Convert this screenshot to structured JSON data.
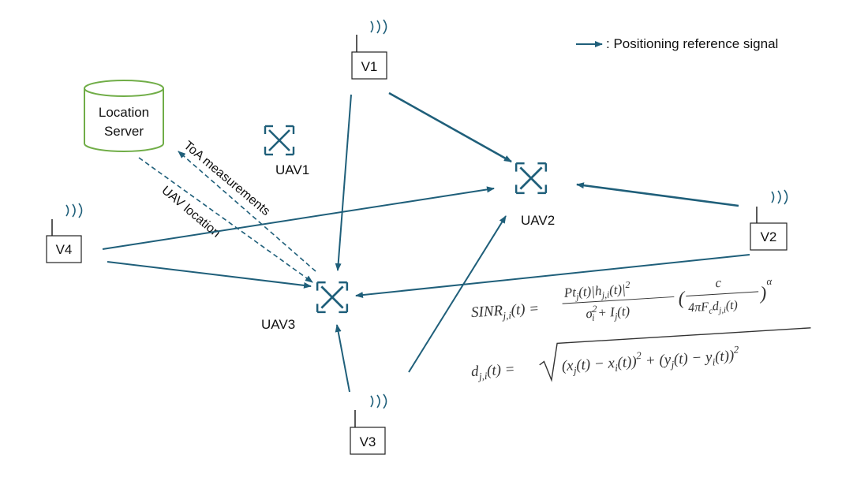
{
  "legend": {
    "text": ": Positioning reference signal"
  },
  "server": {
    "line1": "Location",
    "line2": "Server"
  },
  "stations": {
    "v1": "V1",
    "v2": "V2",
    "v3": "V3",
    "v4": "V4"
  },
  "uavs": {
    "uav1": "UAV1",
    "uav2": "UAV2",
    "uav3": "UAV3"
  },
  "links": {
    "toa": "ToA measurements",
    "uav_location": "UAV location"
  },
  "equations": {
    "sinr_lhs": "SINR",
    "sinr_sub": "j,i",
    "sinr_arg": "(t) =",
    "sinr_num": "Pt",
    "sinr_num_sub": "j",
    "sinr_num_rest": "(t)|h",
    "sinr_num_sub2": "j,i",
    "sinr_num_end": "(t)|",
    "sinr_num_sq": "2",
    "sinr_den": "σ",
    "sinr_den_sq": "2",
    "sinr_den_sub": "i",
    "sinr_den_rest": " + I",
    "sinr_den_sub2": "j",
    "sinr_den_end": "(t)",
    "pl_num": "c",
    "pl_den": "4πF",
    "pl_den_sub": "c",
    "pl_den_rest": "d",
    "pl_den_sub2": "j,i",
    "pl_den_end": "(t)",
    "pl_exp": "α",
    "dist_lhs": "d",
    "dist_lhs_sub": "j,i",
    "dist_lhs_rest": "(t) =",
    "dist_a": "(x",
    "dist_a_sub": "j",
    "dist_a_rest": "(t) − x",
    "dist_a_sub2": "i",
    "dist_a_end": "(t))",
    "dist_a_sq": "2",
    "dist_b": " + (y",
    "dist_b_sub": "j",
    "dist_b_rest": "(t) − y",
    "dist_b_sub2": "i",
    "dist_b_end": "(t))",
    "dist_b_sq": "2"
  },
  "colors": {
    "arrow": "#1f5f7a",
    "server_stroke": "#70ad47",
    "box_stroke": "#222222"
  }
}
